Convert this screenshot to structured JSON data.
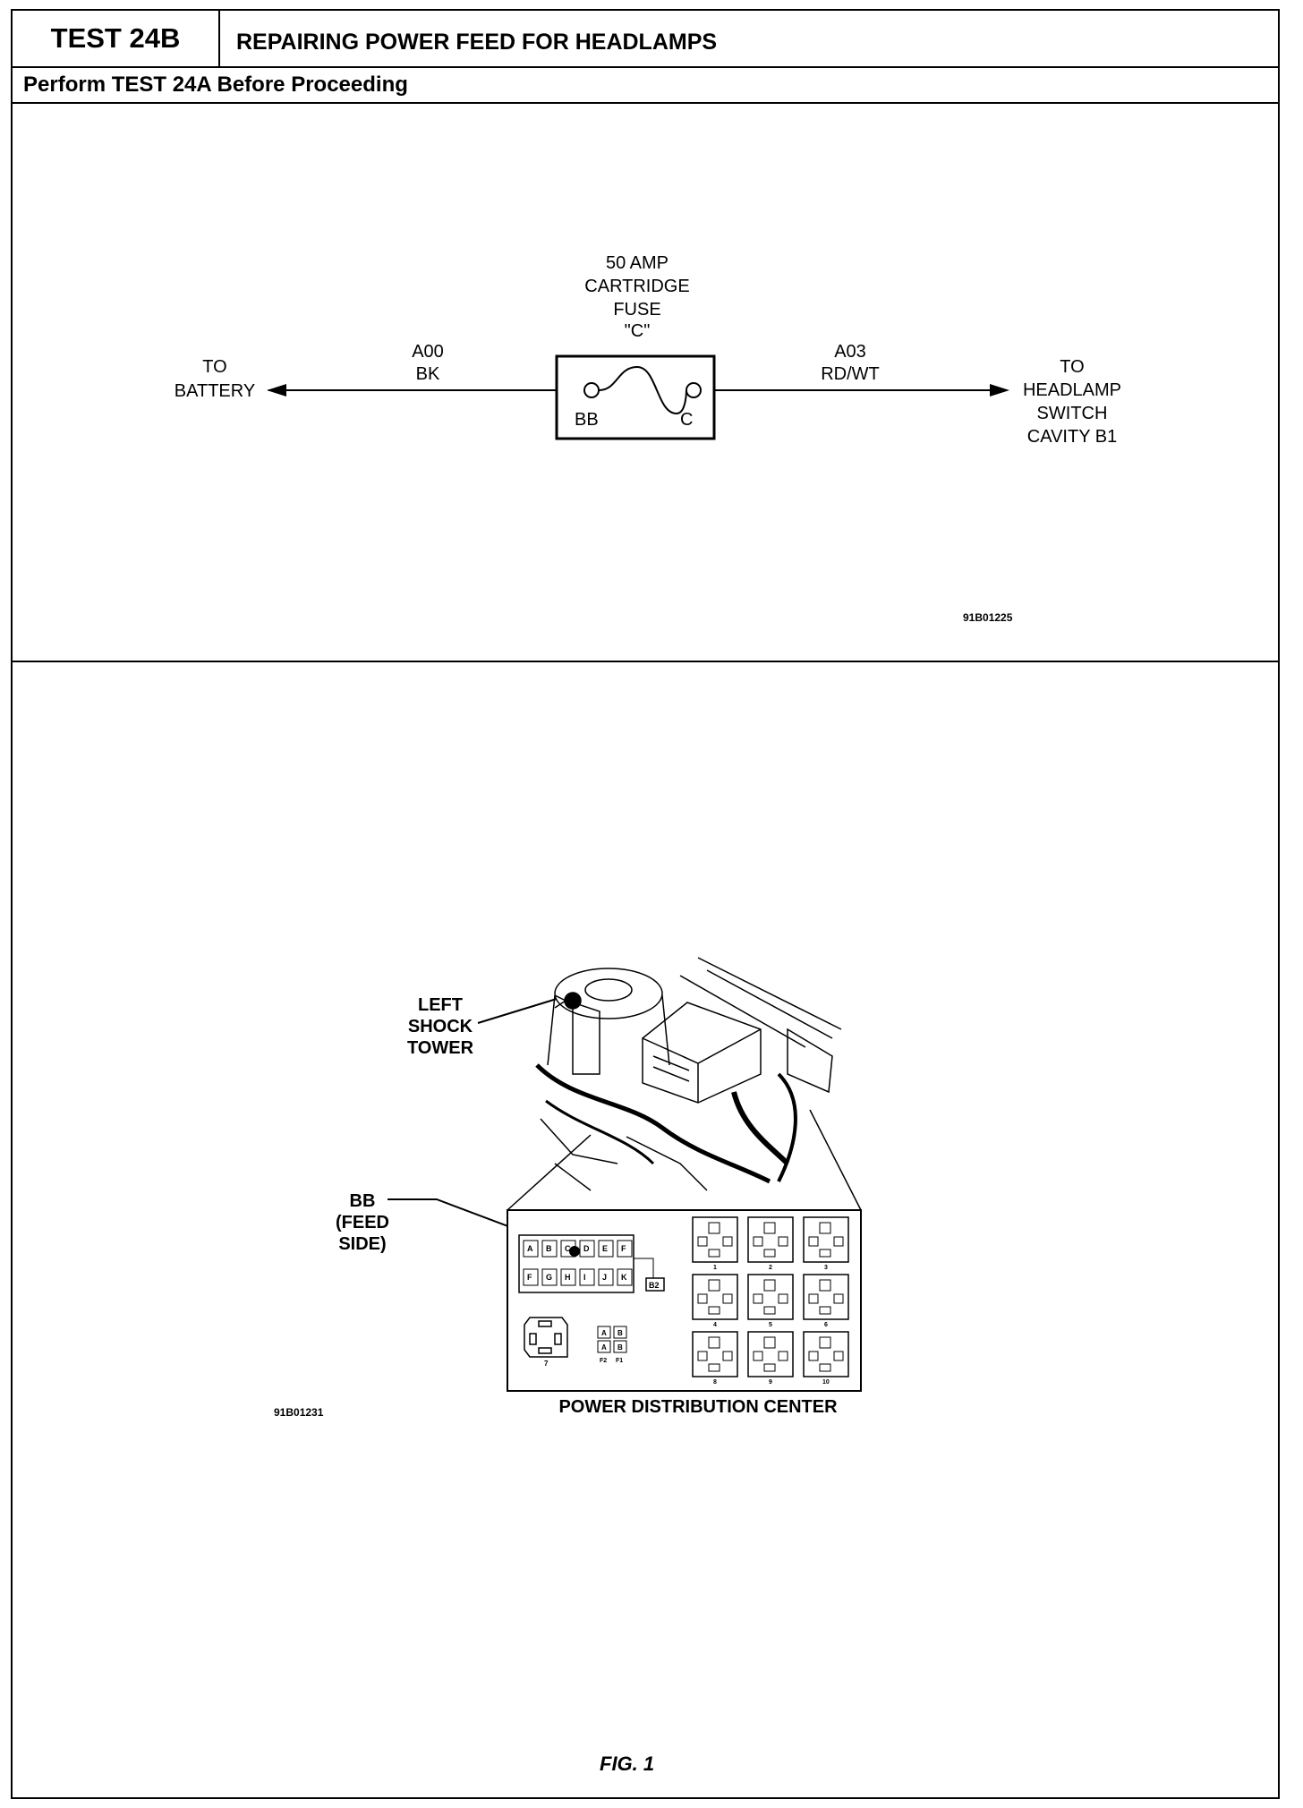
{
  "header": {
    "test_number": "TEST 24B",
    "title": "REPAIRING POWER FEED FOR HEADLAMPS",
    "prerequisite": "Perform TEST 24A Before Proceeding"
  },
  "schematic": {
    "fuse_label": [
      "50 AMP",
      "CARTRIDGE",
      "FUSE",
      "\"C\""
    ],
    "left_wire": [
      "A00",
      "BK"
    ],
    "right_wire": [
      "A03",
      "RD/WT"
    ],
    "left_dest": [
      "TO",
      "BATTERY"
    ],
    "right_dest": [
      "TO",
      "HEADLAMP",
      "SWITCH",
      "CAVITY B1"
    ],
    "fuse_terminal_left": "BB",
    "fuse_terminal_right": "C",
    "figure_code": "91B01225"
  },
  "locator": {
    "shock_tower_label": [
      "LEFT",
      "SHOCK",
      "TOWER"
    ],
    "bb_label": [
      "BB",
      "(FEED",
      "SIDE)"
    ],
    "pdc_label": "POWER DISTRIBUTION CENTER",
    "figure_code": "91B01231",
    "fuse_row_top": [
      "A",
      "B",
      "C",
      "D",
      "E",
      "F"
    ],
    "fuse_row_bottom": [
      "F",
      "G",
      "H",
      "I",
      "J",
      "K"
    ],
    "b2_label": "B2",
    "small_grid": [
      "A",
      "B",
      "A",
      "B"
    ],
    "small_grid_caption": [
      "F2",
      "F1"
    ],
    "relay_numbers": [
      "1",
      "2",
      "3",
      "4",
      "5",
      "6",
      "8",
      "9",
      "10"
    ],
    "relay_socket_number": "7"
  },
  "footer": {
    "figure_caption": "FIG. 1"
  }
}
